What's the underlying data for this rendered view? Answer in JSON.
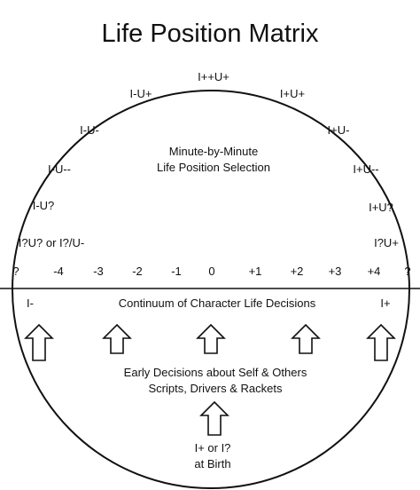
{
  "title": "Life Position Matrix",
  "positions": [
    {
      "id": "top",
      "label": "I++U+"
    },
    {
      "id": "upper-left",
      "label": "I-U+"
    },
    {
      "id": "upper-right",
      "label": "I+U+"
    },
    {
      "id": "mid-left",
      "label": "I-U-"
    },
    {
      "id": "mid-right",
      "label": "I+U-"
    },
    {
      "id": "lower-left",
      "label": "I-U--"
    },
    {
      "id": "lower-right",
      "label": "I+U--"
    },
    {
      "id": "left-q",
      "label": "I-U?"
    },
    {
      "id": "right-q",
      "label": "I+U?"
    },
    {
      "id": "left-qq",
      "label": "I?U? or I?/U-"
    },
    {
      "id": "right-qq",
      "label": "I?U+"
    }
  ],
  "center_text": {
    "line1": "Minute-by-Minute",
    "line2": "Life Position Selection"
  },
  "scale": [
    "?",
    "-4",
    "-3",
    "-2",
    "-1",
    "0",
    "+1",
    "+2",
    "+3",
    "+4",
    "?"
  ],
  "continuum": {
    "left": "I-",
    "label": "Continuum of Character Life Decisions",
    "right": "I+"
  },
  "early": {
    "line1": "Early Decisions about Self & Others",
    "line2": "Scripts, Drivers & Rackets"
  },
  "birth": {
    "line1": "I+ or I?",
    "line2": "at Birth"
  }
}
